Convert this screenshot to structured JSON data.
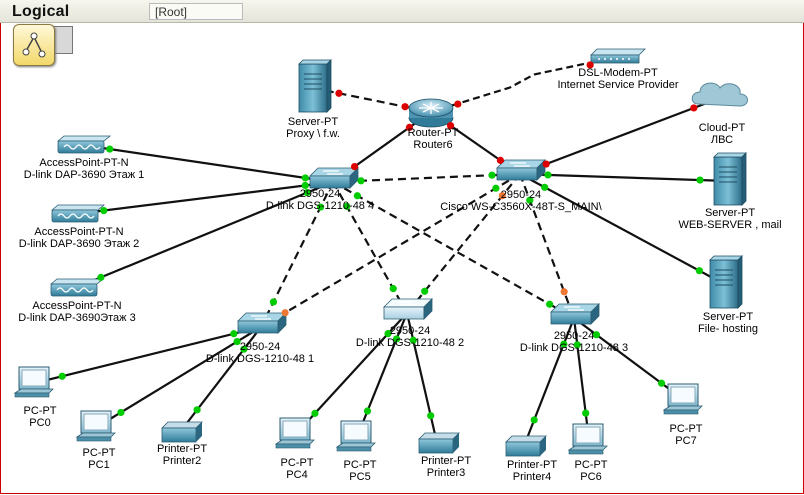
{
  "header": {
    "tab_title": "Logical",
    "path": "[Root]"
  },
  "colors": {
    "link_up": "#00cc00",
    "link_down": "#dd0000",
    "link_blocked": "#ee7733",
    "border": "#cc0000"
  },
  "devices": [
    {
      "id": "server-proxy",
      "kind": "server",
      "type": "Server-PT",
      "name": "Proxy \\ f.w."
    },
    {
      "id": "router6",
      "kind": "router",
      "type": "Router-PT",
      "name": "Router6"
    },
    {
      "id": "dsl-modem",
      "kind": "modem",
      "type": "DSL-Modem-PT",
      "name": "Internet Service Provider"
    },
    {
      "id": "cloud-lbc",
      "kind": "cloud",
      "type": "Cloud-PT",
      "name": "ЛВС"
    },
    {
      "id": "ap1",
      "kind": "ap",
      "type": "AccessPoint-PT-N",
      "name": "D-link DAP-3690 Этаж 1"
    },
    {
      "id": "ap2",
      "kind": "ap",
      "type": "AccessPoint-PT-N",
      "name": "D-link DAP-3690 Этаж 2"
    },
    {
      "id": "ap3",
      "kind": "ap",
      "type": "AccessPoint-PT-N",
      "name": "D-link DAP-3690Этаж 3"
    },
    {
      "id": "sw-dgs-4",
      "kind": "switch",
      "type": "2950-24",
      "name": "D-link DGS-1210-48  4"
    },
    {
      "id": "sw-main",
      "kind": "switch",
      "type": "2950-24",
      "name": "Cisco WS-C3560X-48T-S_MAIN\\"
    },
    {
      "id": "server-web",
      "kind": "server",
      "type": "Server-PT",
      "name": "WEB-SERVER , mail"
    },
    {
      "id": "server-file",
      "kind": "server",
      "type": "Server-PT",
      "name": "File- hosting"
    },
    {
      "id": "sw-dgs-1",
      "kind": "switch",
      "type": "2950-24",
      "name": "D-link DGS-1210-48  1"
    },
    {
      "id": "sw-dgs-2",
      "kind": "switch",
      "type": "2950-24",
      "name": "D-link DGS-1210-48 2"
    },
    {
      "id": "sw-dgs-3",
      "kind": "switch",
      "type": "2950-24",
      "name": "D-link DGS-1210-48  3"
    },
    {
      "id": "pc0",
      "kind": "pc",
      "type": "PC-PT",
      "name": "PC0"
    },
    {
      "id": "pc1",
      "kind": "pc",
      "type": "PC-PT",
      "name": "PC1"
    },
    {
      "id": "printer2",
      "kind": "printer",
      "type": "Printer-PT",
      "name": "Printer2"
    },
    {
      "id": "pc4",
      "kind": "pc",
      "type": "PC-PT",
      "name": "PC4"
    },
    {
      "id": "pc5",
      "kind": "pc",
      "type": "PC-PT",
      "name": "PC5"
    },
    {
      "id": "printer3",
      "kind": "printer",
      "type": "Printer-PT",
      "name": "Printer3"
    },
    {
      "id": "printer4",
      "kind": "printer",
      "type": "Printer-PT",
      "name": "Printer4"
    },
    {
      "id": "pc6",
      "kind": "pc",
      "type": "PC-PT",
      "name": "PC6"
    },
    {
      "id": "pc7",
      "kind": "pc",
      "type": "PC-PT",
      "name": "PC7"
    }
  ],
  "links": [
    {
      "from": "server-proxy",
      "to": "router6",
      "cable": "crossover",
      "state": [
        "down",
        "down"
      ]
    },
    {
      "from": "router6",
      "to": "dsl-modem",
      "cable": "serial",
      "state": [
        "down",
        "down"
      ]
    },
    {
      "from": "router6",
      "to": "sw-dgs-4",
      "cable": "straight",
      "state": [
        "down",
        "down"
      ]
    },
    {
      "from": "router6",
      "to": "sw-main",
      "cable": "straight",
      "state": [
        "down",
        "down"
      ]
    },
    {
      "from": "sw-main",
      "to": "cloud-lbc",
      "cable": "straight",
      "state": [
        "down",
        "down"
      ]
    },
    {
      "from": "ap1",
      "to": "sw-dgs-4",
      "cable": "straight",
      "state": [
        "up",
        "up"
      ]
    },
    {
      "from": "ap2",
      "to": "sw-dgs-4",
      "cable": "straight",
      "state": [
        "up",
        "up"
      ]
    },
    {
      "from": "ap3",
      "to": "sw-dgs-4",
      "cable": "straight",
      "state": [
        "up",
        "up"
      ]
    },
    {
      "from": "sw-dgs-4",
      "to": "sw-main",
      "cable": "crossover",
      "state": [
        "up",
        "up"
      ]
    },
    {
      "from": "sw-main",
      "to": "server-web",
      "cable": "straight",
      "state": [
        "up",
        "up"
      ]
    },
    {
      "from": "sw-main",
      "to": "server-file",
      "cable": "straight",
      "state": [
        "up",
        "up"
      ]
    },
    {
      "from": "sw-dgs-4",
      "to": "sw-dgs-1",
      "cable": "crossover",
      "state": [
        "up",
        "up"
      ]
    },
    {
      "from": "sw-dgs-4",
      "to": "sw-dgs-2",
      "cable": "crossover",
      "state": [
        "up",
        "up"
      ]
    },
    {
      "from": "sw-dgs-4",
      "to": "sw-dgs-3",
      "cable": "crossover",
      "state": [
        "up",
        "up"
      ]
    },
    {
      "from": "sw-main",
      "to": "sw-dgs-1",
      "cable": "crossover",
      "state": [
        "up",
        "blocked"
      ]
    },
    {
      "from": "sw-main",
      "to": "sw-dgs-2",
      "cable": "crossover",
      "state": [
        "blocked",
        "up"
      ]
    },
    {
      "from": "sw-main",
      "to": "sw-dgs-3",
      "cable": "crossover",
      "state": [
        "up",
        "blocked"
      ]
    },
    {
      "from": "sw-dgs-1",
      "to": "pc0",
      "cable": "straight",
      "state": [
        "up",
        "up"
      ]
    },
    {
      "from": "sw-dgs-1",
      "to": "pc1",
      "cable": "straight",
      "state": [
        "up",
        "up"
      ]
    },
    {
      "from": "sw-dgs-1",
      "to": "printer2",
      "cable": "straight",
      "state": [
        "up",
        "up"
      ]
    },
    {
      "from": "sw-dgs-2",
      "to": "pc4",
      "cable": "straight",
      "state": [
        "up",
        "up"
      ]
    },
    {
      "from": "sw-dgs-2",
      "to": "pc5",
      "cable": "straight",
      "state": [
        "up",
        "up"
      ]
    },
    {
      "from": "sw-dgs-2",
      "to": "printer3",
      "cable": "straight",
      "state": [
        "up",
        "up"
      ]
    },
    {
      "from": "sw-dgs-3",
      "to": "printer4",
      "cable": "straight",
      "state": [
        "up",
        "up"
      ]
    },
    {
      "from": "sw-dgs-3",
      "to": "pc6",
      "cable": "straight",
      "state": [
        "up",
        "up"
      ]
    },
    {
      "from": "sw-dgs-3",
      "to": "pc7",
      "cable": "straight",
      "state": [
        "up",
        "up"
      ]
    }
  ]
}
